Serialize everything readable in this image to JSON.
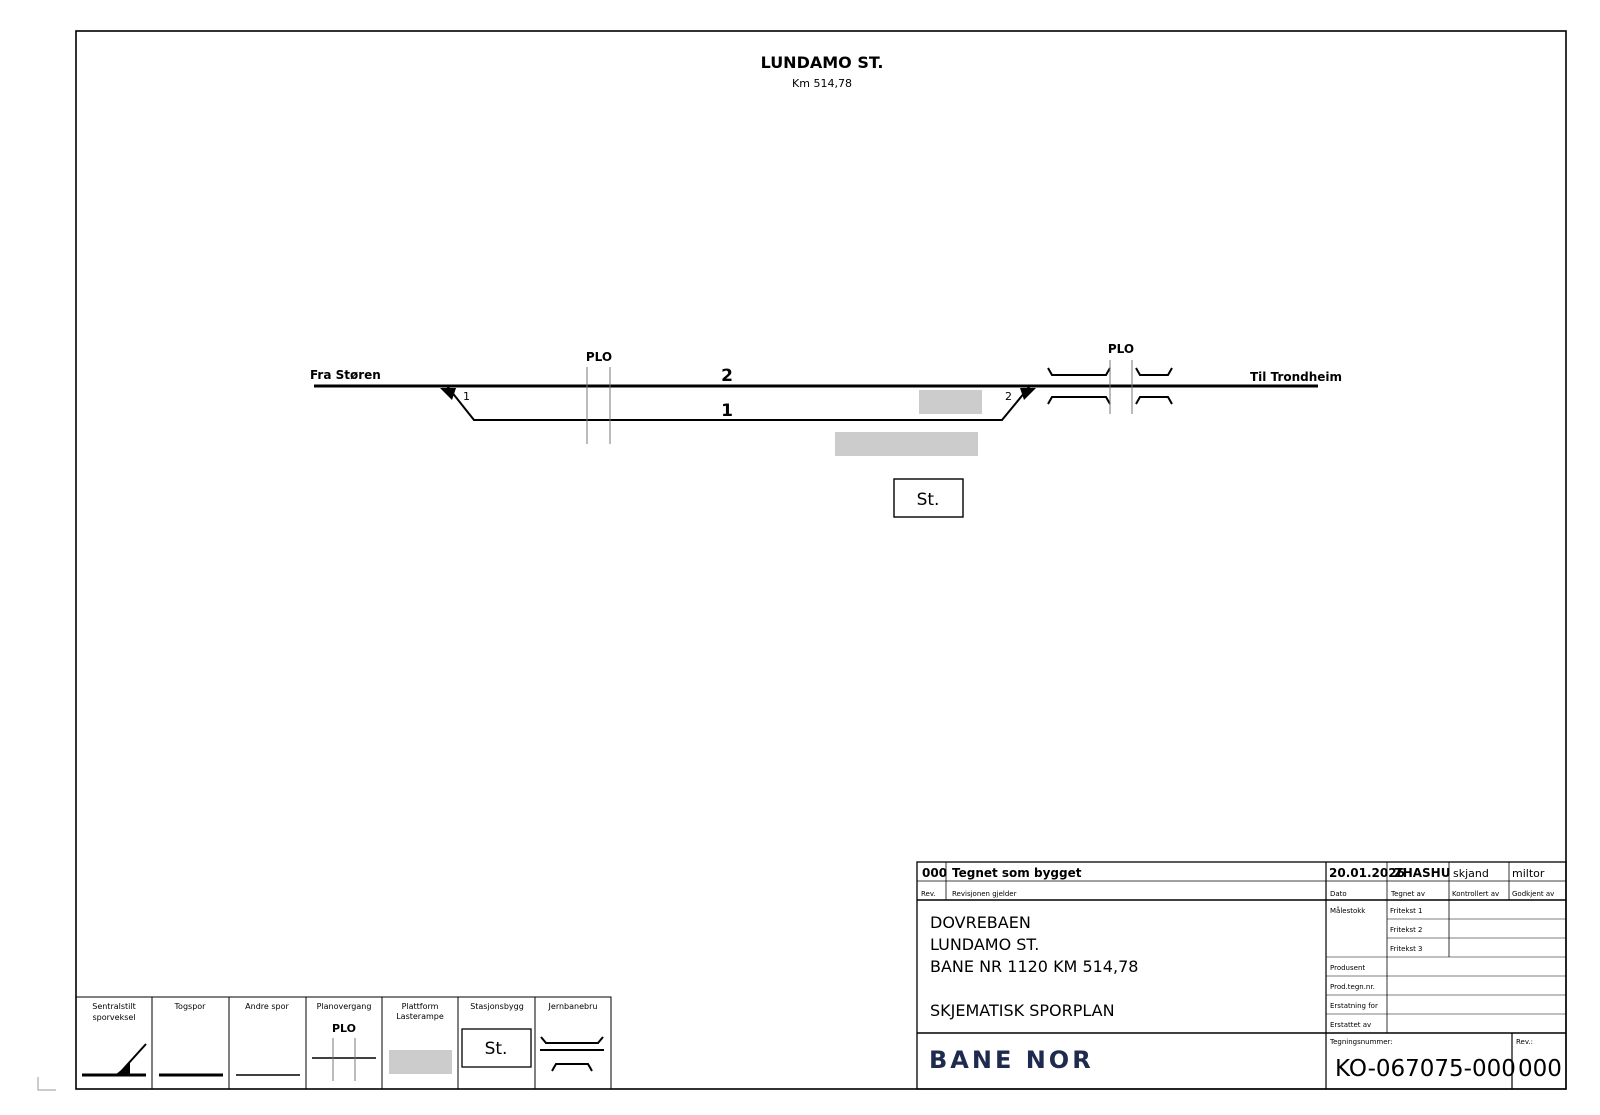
{
  "header": {
    "title": "LUNDAMO ST.",
    "km": "Km 514,78"
  },
  "track_plan": {
    "left_label": "Fra  Støren",
    "right_label": "Til  Trondheim",
    "track_main": "2",
    "track_side": "1",
    "switch_left": "1",
    "switch_right": "2",
    "plo_left": "PLO",
    "plo_right": "PLO",
    "station_box": "St."
  },
  "legend": {
    "items": [
      {
        "label_line1": "Sentralstilt",
        "label_line2": "sporveksel"
      },
      {
        "label_line1": "Togspor",
        "label_line2": ""
      },
      {
        "label_line1": "Andre spor",
        "label_line2": ""
      },
      {
        "label_line1": "Planovergang",
        "label_line2": ""
      },
      {
        "label_line1": "Plattform",
        "label_line2": "Lasterampe"
      },
      {
        "label_line1": "Stasjonsbygg",
        "label_line2": ""
      },
      {
        "label_line1": "Jernbanebru",
        "label_line2": ""
      }
    ],
    "plo": "PLO",
    "station": "St."
  },
  "title_block": {
    "rev": "000",
    "rev_desc": "Tegnet som bygget",
    "date": "20.01.2026",
    "drawn_by": "ZHASHU",
    "checked_by": "skjand",
    "approved_by": "miltor",
    "lbl_rev": "Rev.",
    "lbl_rev_desc": "Revisjonen gjelder",
    "lbl_date": "Dato",
    "lbl_drawn": "Tegnet av",
    "lbl_checked": "Kontrollert av",
    "lbl_approved": "Godkjent av",
    "project_line1": "DOVREBAEN",
    "project_line2": "LUNDAMO ST.",
    "project_line3": "BANE NR 1120 KM 514,78",
    "project_line4": "SKJEMATISK SPORPLAN",
    "lbl_scale": "Målestokk",
    "free1": "Fritekst 1",
    "free2": "Fritekst 2",
    "free3": "Fritekst 3",
    "lbl_producer": "Produsent",
    "lbl_prod_no": "Prod.tegn.nr.",
    "lbl_replaces": "Erstatning for",
    "lbl_replaced_by": "Erstattet av",
    "logo": "BANE NOR",
    "lbl_drawing_no": "Tegningsnummer:",
    "drawing_no": "KO-067075-000",
    "lbl_rev2": "Rev.:",
    "rev2": "000"
  }
}
